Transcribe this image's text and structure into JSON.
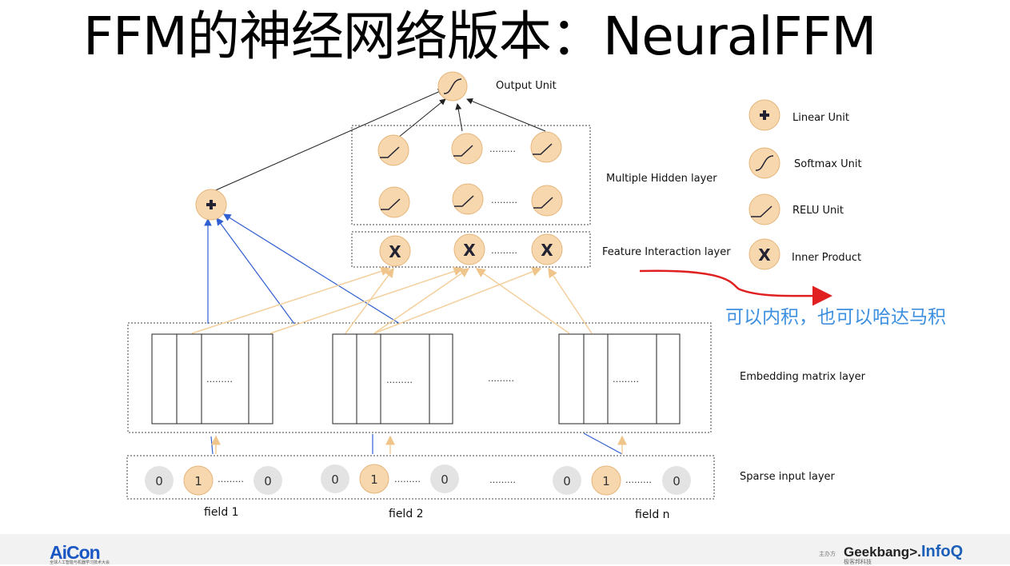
{
  "slide": {
    "title": "FFM的神经网络版本：NeuralFFM"
  },
  "diagram": {
    "labels": {
      "output_unit": "Output Unit",
      "hidden_layer": "Multiple Hidden layer",
      "interaction_layer": "Feature Interaction layer",
      "embedding_layer": "Embedding matrix layer",
      "sparse_layer": "Sparse input layer"
    },
    "legend": {
      "linear": "Linear Unit",
      "softmax": "Softmax Unit",
      "relu": "RELU Unit",
      "inner_product": "Inner Product"
    },
    "annotation": "可以内积，也可以哈达马积",
    "fields": [
      "field 1",
      "field 2",
      "field n"
    ],
    "sparse_values": [
      "0",
      "1",
      "0"
    ],
    "ellipsis": "………",
    "inner_product_symbol": "X",
    "colors": {
      "unit_fill": "#f6d7ae",
      "unit_stroke": "#e6b57a",
      "zero_fill": "#e3e3e3",
      "blue_edge": "#2f5fd0",
      "orange_edge": "#f3cf9c",
      "annotation_arrow": "#e02020",
      "annotation_text": "#3d8fe0"
    }
  },
  "footer": {
    "brand": "AiCon",
    "brand_sub": "全球人工智能与机器学习技术大会",
    "sponsor_label": "主办方",
    "geekbang": "Geekbang>.",
    "geekbang_sub": "极客邦科技",
    "infoq": "InfoQ"
  }
}
